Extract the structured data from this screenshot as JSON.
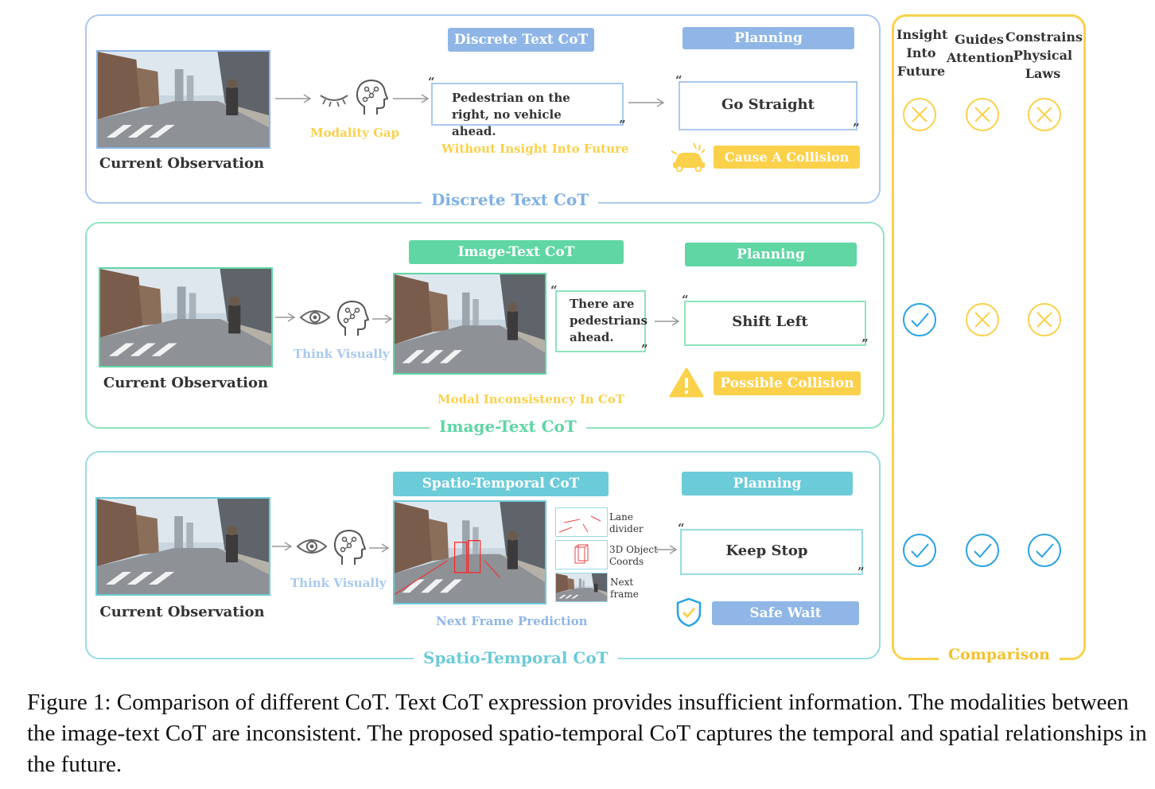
{
  "panels": {
    "discrete": {
      "title": "Discrete Text CoT",
      "pill": "Discrete Text CoT",
      "planning_label": "Planning",
      "observation_caption": "Current Observation",
      "gap_label": "Modality Gap",
      "reasoning_text": "Pedestrian on the right, no vehicle ahead.",
      "note": "Without Insight Into Future",
      "plan": "Go Straight",
      "outcome": "Cause A Collision"
    },
    "image_text": {
      "title": "Image-Text CoT",
      "pill": "Image-Text CoT",
      "planning_label": "Planning",
      "observation_caption": "Current Observation",
      "think_label": "Think Visually",
      "reasoning_text": "There are pedestrians ahead.",
      "note": "Modal Inconsistency In CoT",
      "plan": "Shift Left",
      "outcome": "Possible Collision"
    },
    "spatio_temporal": {
      "title": "Spatio-Temporal CoT",
      "pill": "Spatio-Temporal CoT",
      "planning_label": "Planning",
      "observation_caption": "Current Observation",
      "think_label": "Think Visually",
      "note": "Next Frame Prediction",
      "legend": [
        "Lane divider",
        "3D Object Coords",
        "Next frame"
      ],
      "plan": "Keep Stop",
      "outcome": "Safe Wait"
    }
  },
  "comparison": {
    "title": "Comparison",
    "headers": [
      "Insight Into Future",
      "Guides Attention",
      "Constrains Physical Laws"
    ],
    "rows": [
      [
        "cross",
        "cross",
        "cross"
      ],
      [
        "check",
        "cross",
        "cross"
      ],
      [
        "check",
        "check",
        "check"
      ]
    ]
  },
  "quotes": {
    "open": "“",
    "close": "”"
  },
  "colors": {
    "blue": "#a9c9ef",
    "blue_pill": "#8fb6e6",
    "green": "#8ee4bd",
    "green_pill": "#5fd6a4",
    "teal": "#9adbe3",
    "teal_pill": "#6ccbd8",
    "yellow": "#fbd14b",
    "check_blue": "#29a3e4"
  },
  "figure_caption": "Figure 1: Comparison of different CoT. Text CoT expression provides insufficient information. The modalities between the image-text CoT are inconsistent. The proposed spatio-temporal CoT captures the temporal and spatial relationships in the future."
}
